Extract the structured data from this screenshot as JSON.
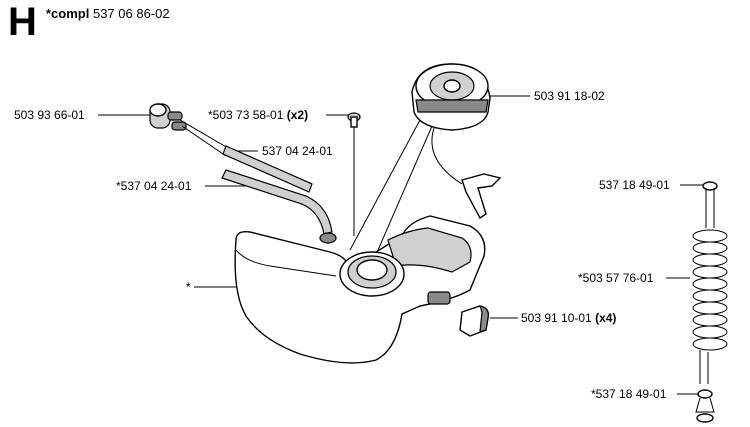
{
  "section": {
    "letter": "H",
    "compl_prefix": "*compl",
    "compl_number": "537 06 86-02"
  },
  "labels": {
    "grommet_left": "503 93 66-01",
    "filter_screw_part": "*503 73 58-01",
    "filter_screw_qty": "(x2)",
    "hose_upper": "537 04 24-01",
    "hose_lower": "*537 04 24-01",
    "tank": "*",
    "fuel_cap": "503 91 18-02",
    "rubber_buffer_part": "503 91 10-01",
    "rubber_buffer_qty": "(x4)",
    "clamp_top": "537 18 49-01",
    "spring_hose": "*503 57 76-01",
    "clamp_bottom": "*537 18 49-01"
  }
}
